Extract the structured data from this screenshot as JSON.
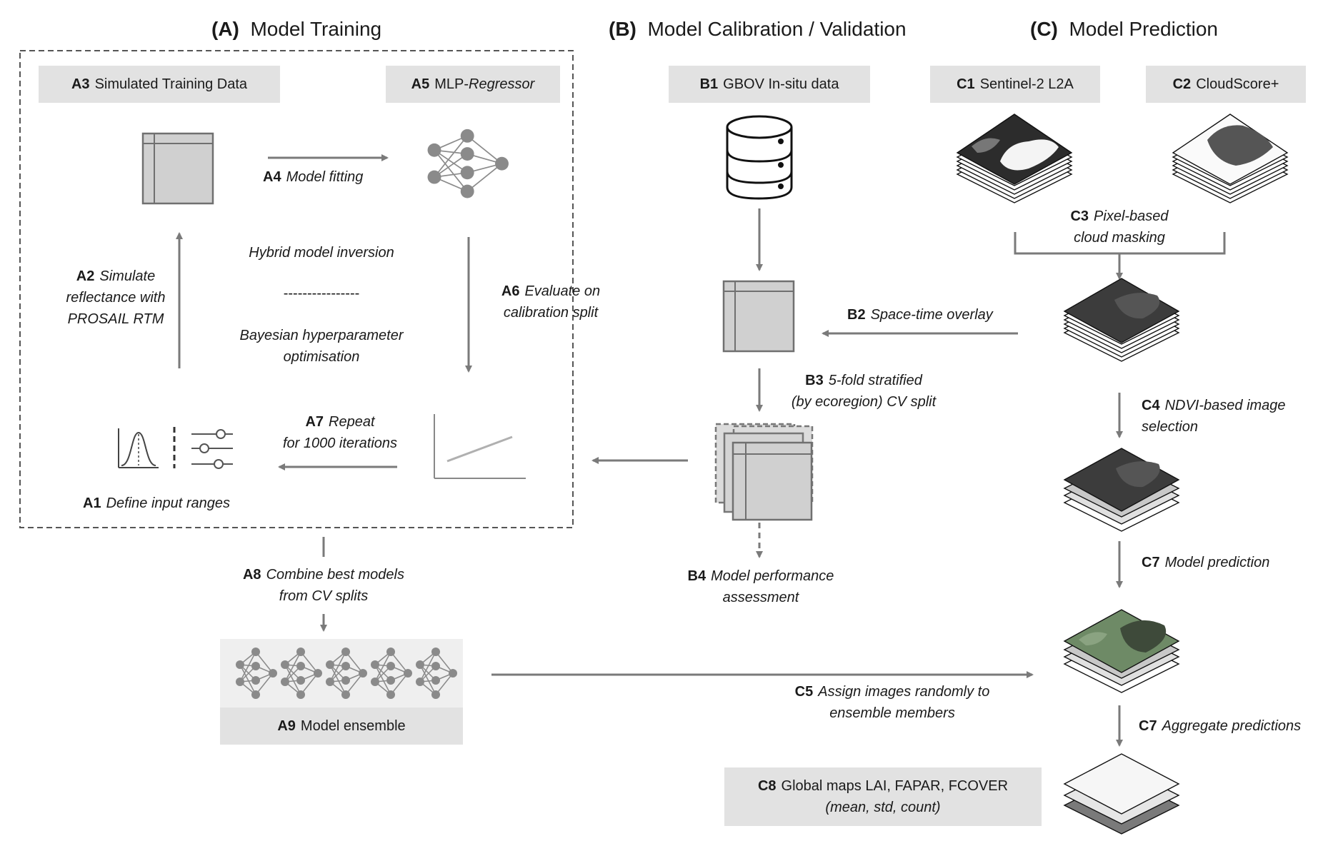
{
  "sections": {
    "a": {
      "code": "(A)",
      "title": "Model Training"
    },
    "b": {
      "code": "(B)",
      "title": "Model Calibration / Validation"
    },
    "c": {
      "code": "(C)",
      "title": "Model Prediction"
    }
  },
  "steps": {
    "a1": {
      "code": "A1",
      "text": "Define input ranges"
    },
    "a2": {
      "code": "A2",
      "line1": "Simulate",
      "line2": "reflectance with",
      "line3": "PROSAIL RTM"
    },
    "a3": {
      "code": "A3",
      "text": "Simulated Training Data"
    },
    "a4": {
      "code": "A4",
      "text": "Model fitting"
    },
    "a5": {
      "code": "A5",
      "text_plain": "MLP-",
      "text_italic": "Regressor"
    },
    "a6": {
      "code": "A6",
      "line1": "Evaluate on",
      "line2": "calibration split"
    },
    "a7": {
      "code": "A7",
      "line1": "Repeat",
      "line2": "for 1000 iterations"
    },
    "a8": {
      "code": "A8",
      "line1": "Combine best models",
      "line2": "from CV splits"
    },
    "a9": {
      "code": "A9",
      "text": "Model ensemble"
    },
    "b1": {
      "code": "B1",
      "text": "GBOV In-situ data"
    },
    "b2": {
      "code": "B2",
      "text": "Space-time overlay"
    },
    "b3": {
      "code": "B3",
      "line1": "5-fold stratified",
      "line2": "(by ecoregion) CV split"
    },
    "b4": {
      "code": "B4",
      "line1": "Model performance",
      "line2": "assessment"
    },
    "c1": {
      "code": "C1",
      "text": "Sentinel-2 L2A"
    },
    "c2": {
      "code": "C2",
      "text": "CloudScore+"
    },
    "c3": {
      "code": "C3",
      "line1": "Pixel-based",
      "line2": "cloud masking"
    },
    "c4": {
      "code": "C4",
      "line1": "NDVI-based image",
      "line2": "selection"
    },
    "c5": {
      "code": "C5",
      "line1": "Assign images randomly to",
      "line2": "ensemble members"
    },
    "c7a": {
      "code": "C7",
      "text": "Model prediction"
    },
    "c7b": {
      "code": "C7",
      "text": "Aggregate predictions"
    },
    "c8": {
      "code": "C8",
      "line1": "Global maps LAI, FAPAR, FCOVER",
      "line2": "(mean, std, count)"
    }
  },
  "center": {
    "hybrid": "Hybrid model inversion",
    "divider": "----------------",
    "bayes_line1": "Bayesian hyperparameter",
    "bayes_line2": "optimisation"
  },
  "colors": {
    "arrow": "#7a7a7a",
    "label_box": "#e2e2e2",
    "table_fill": "#d0d0d0"
  }
}
